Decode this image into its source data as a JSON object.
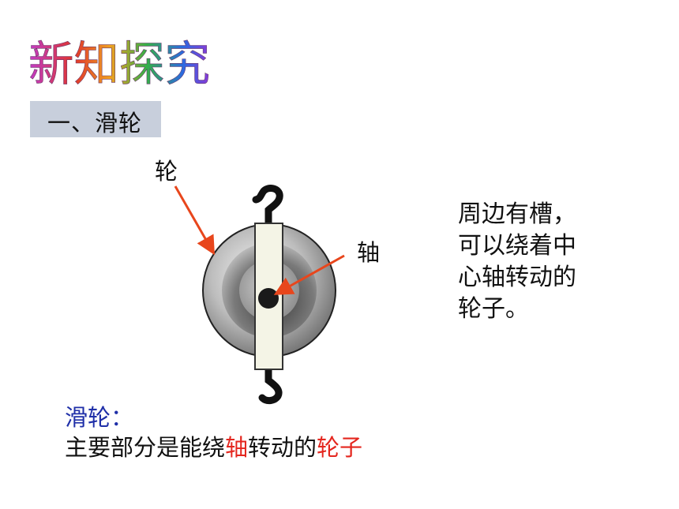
{
  "title": "新知探究",
  "section": "一、滑轮",
  "labels": {
    "wheel": "轮",
    "axle": "轴"
  },
  "description": [
    "周边有槽，",
    "可以绕着中",
    "心轴转动的",
    "轮子。"
  ],
  "definition": {
    "heading": "滑轮：",
    "part1": "主要部分是能绕",
    "highlight1": "轴",
    "part2": "转动的",
    "highlight2": "轮子"
  },
  "colors": {
    "section_bg": "#c8cfdc",
    "definition_heading": "#1f2fa8",
    "highlight": "#e4261e",
    "arrow": "#e8461c"
  }
}
